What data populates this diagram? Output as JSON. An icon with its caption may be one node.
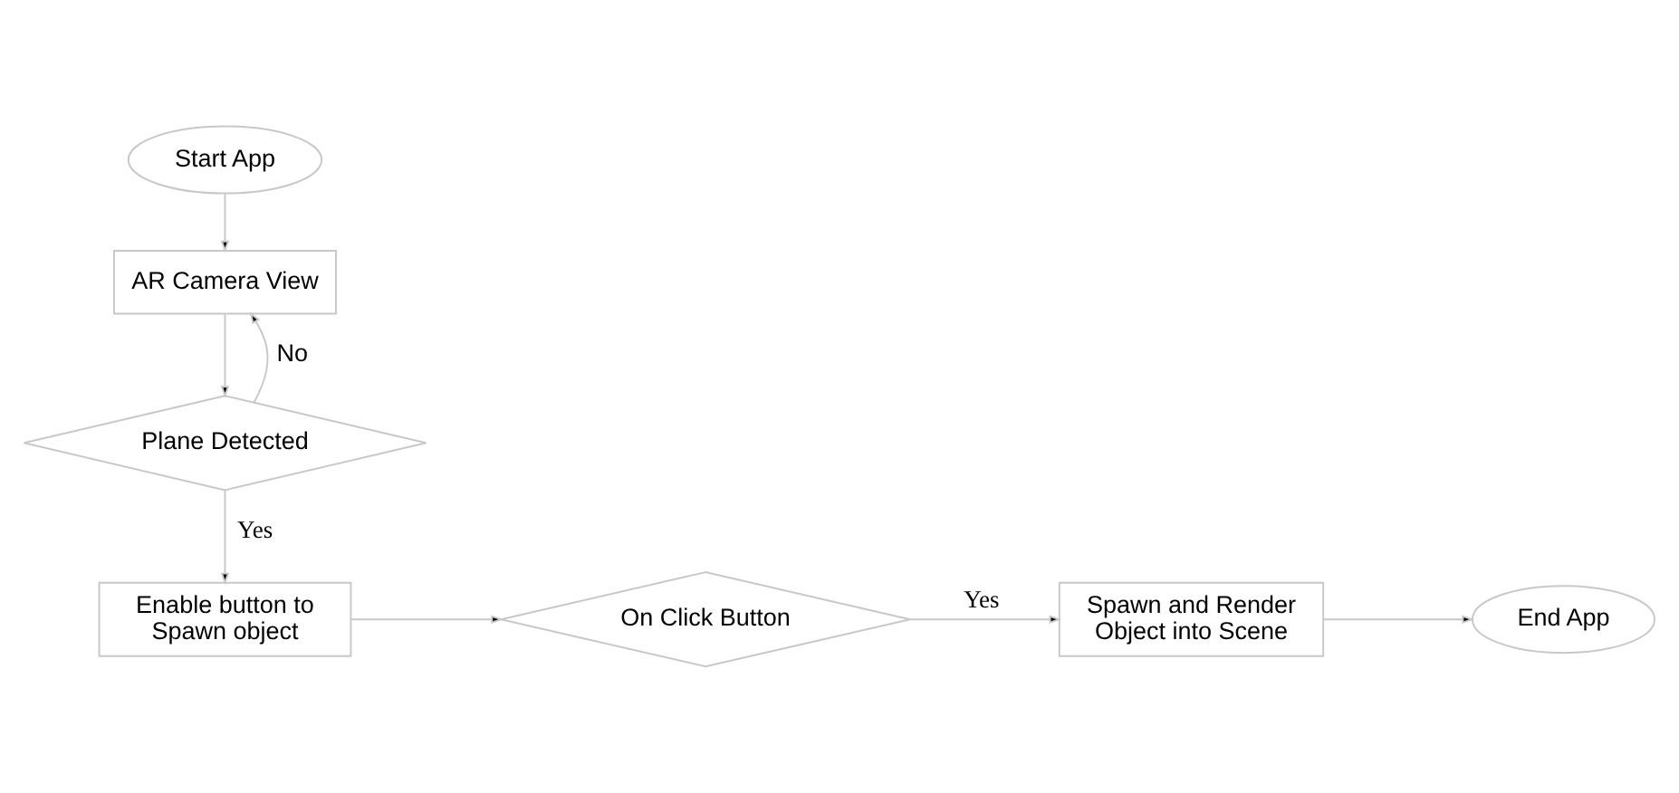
{
  "diagram": {
    "nodes": [
      {
        "text": [
          "Start App"
        ]
      },
      {
        "text": [
          "AR Camera View"
        ]
      },
      {
        "text": [
          "Plane Detected"
        ]
      },
      {
        "text": [
          "Enable button to Spawn object"
        ]
      },
      {
        "text": [
          "On Click Button"
        ]
      },
      {
        "text": [
          "Spawn and Render Object into Scene"
        ]
      },
      {
        "text": [
          "End App"
        ]
      }
    ],
    "edges": [
      {
        "from": 0,
        "to": 1,
        "arrow": "to"
      },
      {
        "from": 1,
        "to": 2,
        "arrow": "to"
      },
      {
        "from": 2,
        "to": 1,
        "arrow": "to",
        "label": "No"
      },
      {
        "from": 2,
        "to": 3,
        "arrow": "to",
        "label": "Yes"
      },
      {
        "from": 3,
        "to": 4,
        "arrow": "to"
      },
      {
        "from": 4,
        "to": 5,
        "arrow": "to",
        "label": "Yes"
      },
      {
        "from": 5,
        "to": 6,
        "arrow": "to"
      }
    ]
  }
}
